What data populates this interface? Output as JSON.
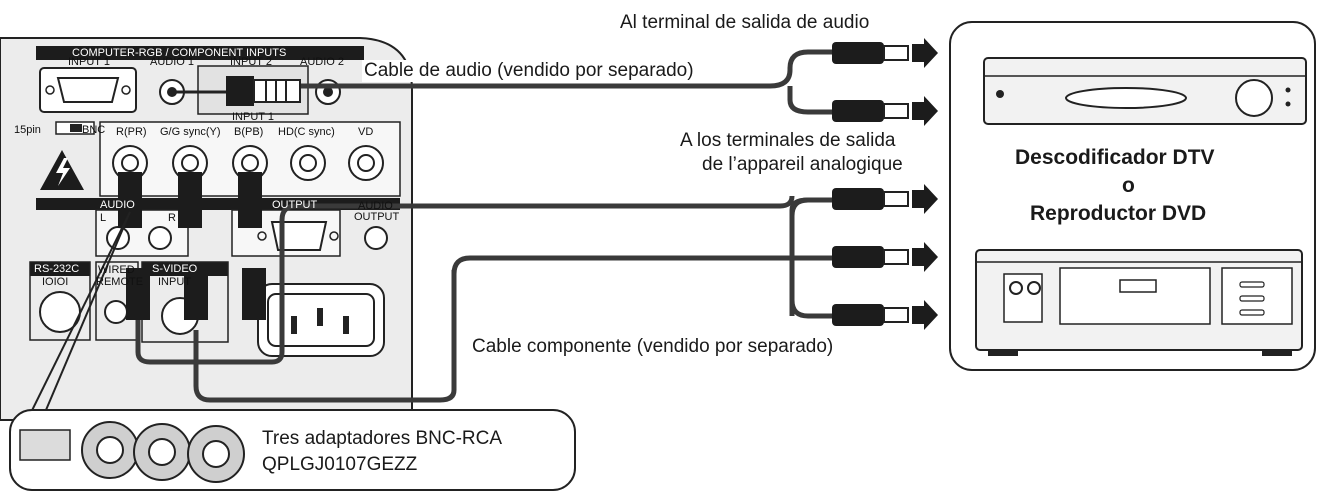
{
  "labels": {
    "audio_out_terminal": "Al terminal de salida de audio",
    "audio_cable": "Cable de audio (vendido por separado)",
    "analog_out_line1": "A los terminales de salida",
    "analog_out_line2": "de l’appareil analogique",
    "component_cable": "Cable componente (vendido por separado)",
    "adapters_line1": "Tres adaptadores BNC-RCA",
    "adapters_line2": "QPLGJ0107GEZZ"
  },
  "device": {
    "line1": "Descodificador DTV",
    "line2": "o",
    "line3": "Reproductor DVD"
  },
  "panel": {
    "computer_inputs": "COMPUTER-RGB / COMPONENT INPUTS",
    "input1": "INPUT 1",
    "audio1": "AUDIO 1",
    "input2": "INPUT 2",
    "audio2": "AUDIO 2",
    "input1_bnc": "INPUT 1",
    "pin15": "15pin",
    "bnc": "BNC",
    "r_pr": "R(PR)",
    "g_sync": "G/G sync(Y)",
    "b_pb": "B(PB)",
    "hd_sync": "HD(C sync)",
    "vd": "VD",
    "audio_in": "AUDIO",
    "audio_l": "L",
    "audio_r": "R",
    "output": "OUTPUT",
    "audio_output_1": "AUDIO",
    "audio_output_2": "OUTPUT",
    "rs232c": "RS-232C",
    "rs232c_sym": "IOIOI",
    "wired_1": "WIRED",
    "wired_2": "REMOTE",
    "svideo_1": "S-VIDEO",
    "svideo_2": "INPUT"
  },
  "colors": {
    "cable": "#3a3a3a",
    "panel": "#ececec",
    "dark": "#1c1c1c"
  }
}
